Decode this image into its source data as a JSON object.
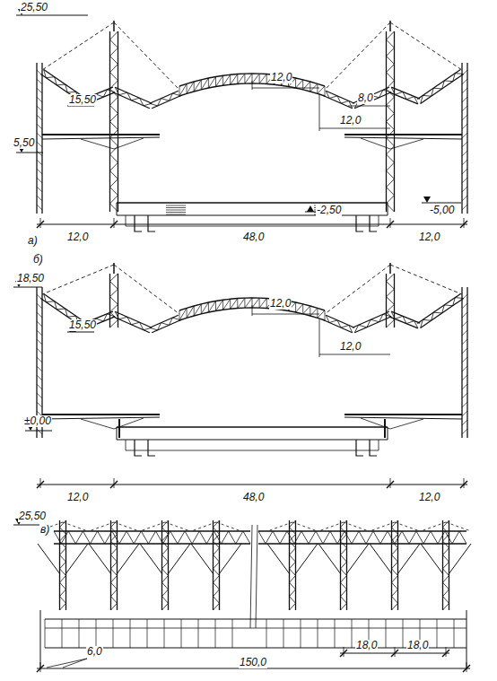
{
  "diagram": {
    "labels": [
      "25,50",
      "15,50",
      "12,0",
      "12,0",
      "5,50",
      "8,0",
      "-2,50",
      "-5,00",
      "а)",
      "12,0",
      "48,0",
      "12,0",
      "б)",
      "18,50",
      "15,50",
      "12,0",
      "12,0",
      "±0,00",
      "12,0",
      "48,0",
      "12,0",
      "25,50",
      "в)",
      "6,0",
      "18,0",
      "18,0",
      "150,0"
    ]
  }
}
